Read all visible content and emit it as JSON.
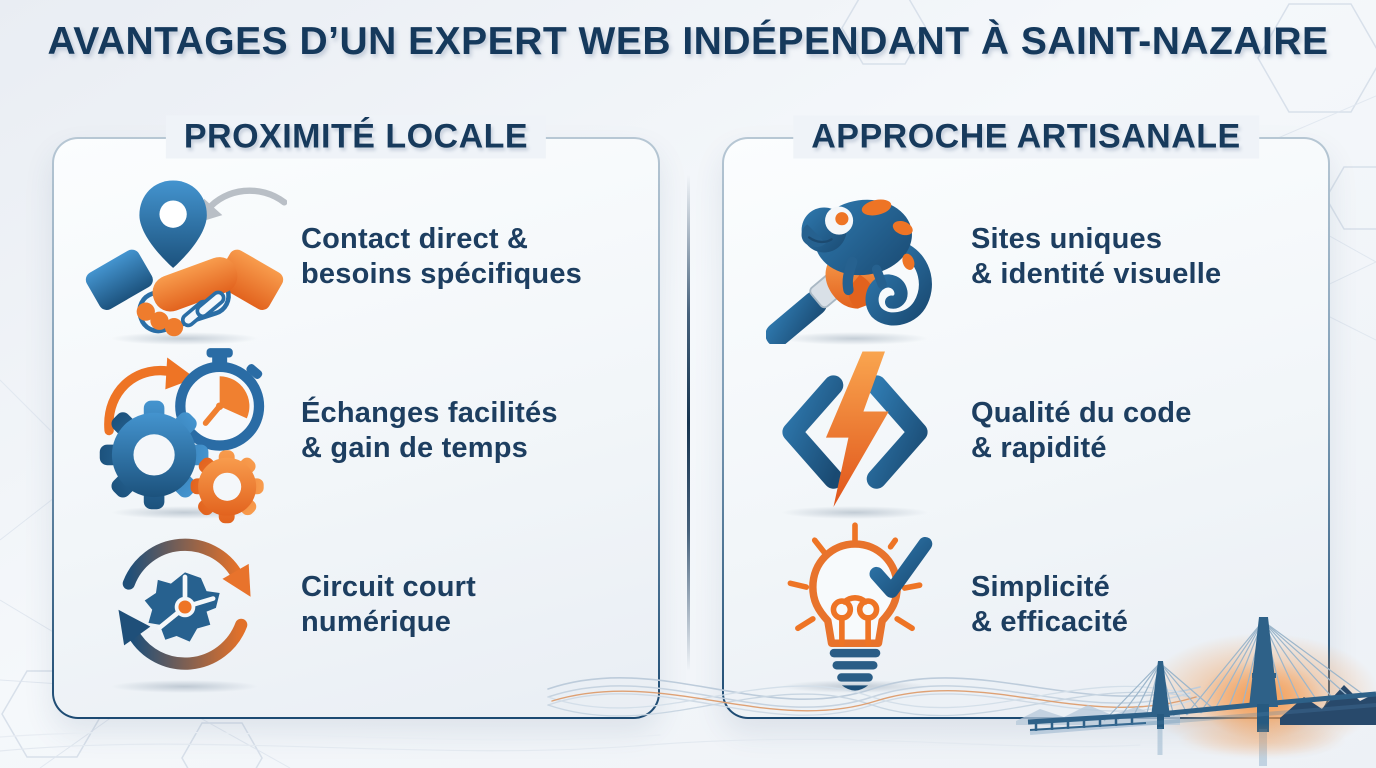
{
  "title": "AVANTAGES D’UN EXPERT WEB INDÉPENDANT À SAINT-NAZAIRE",
  "columns": [
    {
      "header": "PROXIMITÉ LOCALE",
      "items": [
        {
          "icon": "handshake-location-pin-icon",
          "text": "Contact direct &\nbesoins spécifiques"
        },
        {
          "icon": "gears-stopwatch-icon",
          "text": "Échanges facilités\n& gain de temps"
        },
        {
          "icon": "map-sync-arrows-icon",
          "text": "Circuit court\nnumérique"
        }
      ]
    },
    {
      "header": "APPROCHE ARTISANALE",
      "items": [
        {
          "icon": "chameleon-paintbrush-icon",
          "text": "Sites uniques\n& identité visuelle"
        },
        {
          "icon": "code-brackets-lightning-icon",
          "text": "Qualité du code\n& rapidité"
        },
        {
          "icon": "lightbulb-checkmark-icon",
          "text": "Simplicité\n& efficacité"
        }
      ]
    }
  ],
  "footer": {
    "illustration": "saint-nazaire-bridge"
  },
  "colors": {
    "navy_text": "#15395C",
    "blue_accent": "#2A6CA5",
    "orange_accent": "#EE7425",
    "card_border_top": "#B7C7D4",
    "card_border_bottom": "#1C4A72",
    "divider": "#16344F",
    "background": "#EDF1F6",
    "bridge_silhouette": "#2E6188"
  }
}
